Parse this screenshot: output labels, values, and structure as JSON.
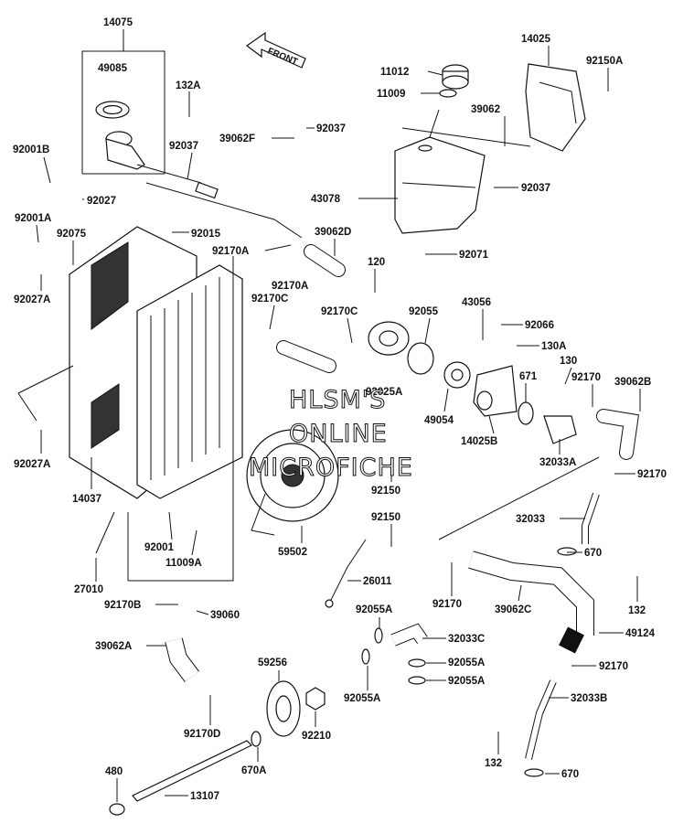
{
  "front_arrow": "FRONT",
  "watermark": [
    "HLSM'S",
    "ONLINE",
    "MICROFICHE"
  ],
  "part_labels": [
    "14075",
    "49085",
    "132A",
    "92037",
    "39062F",
    "92037",
    "11012",
    "11009",
    "14025",
    "92150A",
    "39062",
    "92001B",
    "92027",
    "43078",
    "92037",
    "92001A",
    "92015",
    "92075",
    "92170A",
    "39062D",
    "92071",
    "92027A",
    "120",
    "92170A",
    "92170C",
    "92170C",
    "92055",
    "43056",
    "92066",
    "130A",
    "130",
    "92025A",
    "671",
    "92170",
    "39062B",
    "49054",
    "14025B",
    "32033A",
    "92027A",
    "14037",
    "92150",
    "92170",
    "92001",
    "92150",
    "32033",
    "11009A",
    "59502",
    "670",
    "27010",
    "26011",
    "132",
    "92170",
    "39062C",
    "92170B",
    "39060",
    "92055A",
    "32033C",
    "49124",
    "39062A",
    "59256",
    "92055A",
    "92170",
    "92055A",
    "92055A",
    "32033B",
    "92170D",
    "92210",
    "480",
    "670A",
    "132",
    "13107",
    "670"
  ]
}
